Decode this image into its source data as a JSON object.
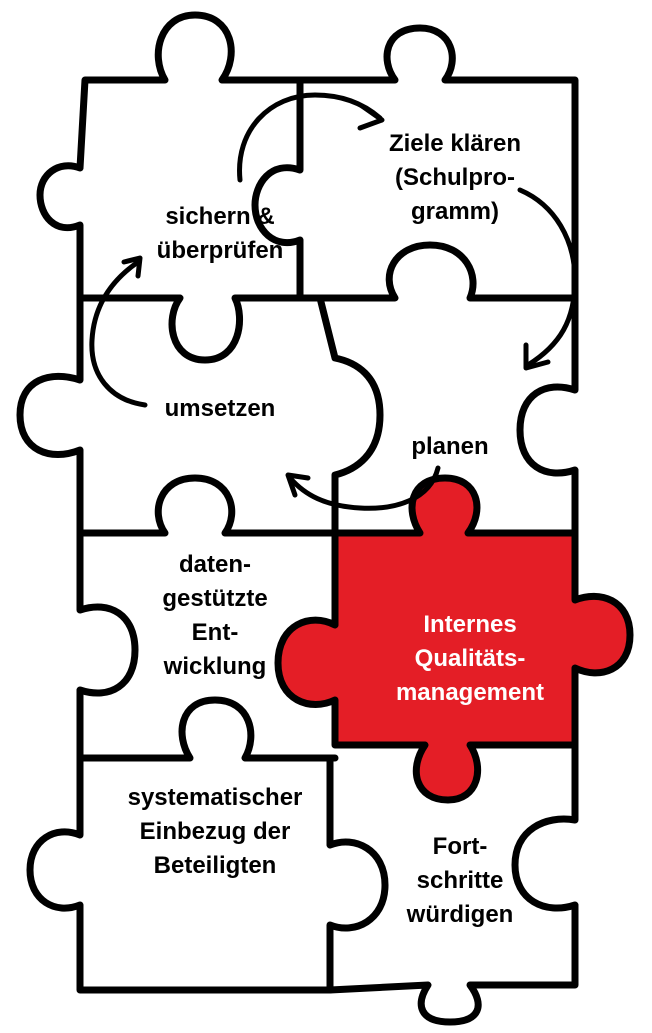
{
  "diagram": {
    "pieces": [
      {
        "id": "sichern",
        "label": "sichern &\nüberprüfen"
      },
      {
        "id": "ziele",
        "label": "Ziele klären\n(Schulpro-\ngramm)"
      },
      {
        "id": "umsetzen",
        "label": "umsetzen"
      },
      {
        "id": "planen",
        "label": "planen"
      },
      {
        "id": "daten",
        "label": "daten-\ngestützte\nEnt-\nwicklung"
      },
      {
        "id": "qm",
        "label": "Internes\nQualitäts-\nmanagement"
      },
      {
        "id": "einbezug",
        "label": "systematischer\nEinbezug der\nBeteiligten"
      },
      {
        "id": "fortschritte",
        "label": "Fort-\nschritte\nwürdigen"
      }
    ],
    "colors": {
      "highlight": "#e41e26",
      "outline": "#000000",
      "background": "#ffffff"
    }
  }
}
